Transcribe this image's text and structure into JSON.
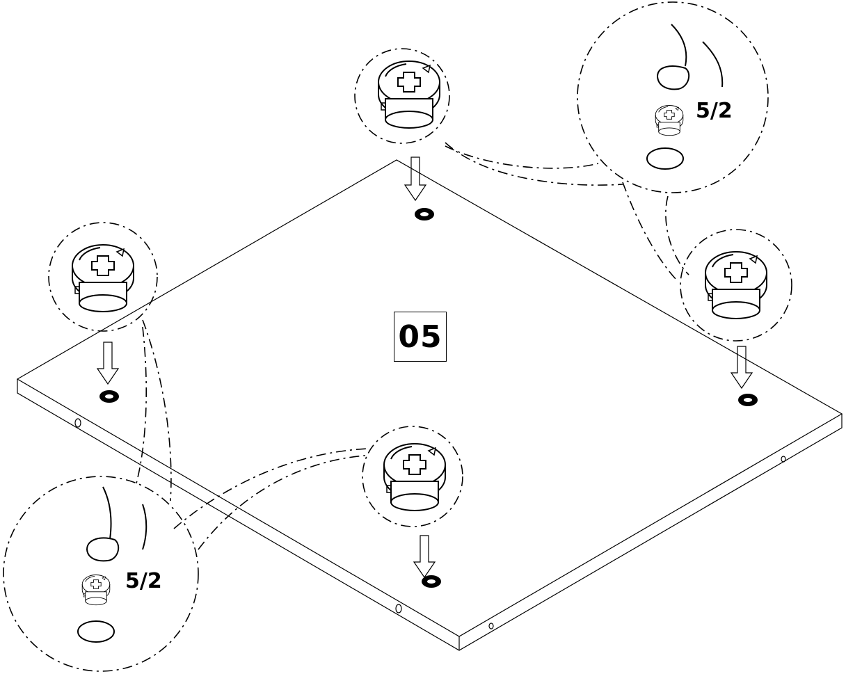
{
  "step": {
    "number": "05"
  },
  "callouts": [
    {
      "quantity": "5/2"
    },
    {
      "quantity": "5/2"
    }
  ]
}
